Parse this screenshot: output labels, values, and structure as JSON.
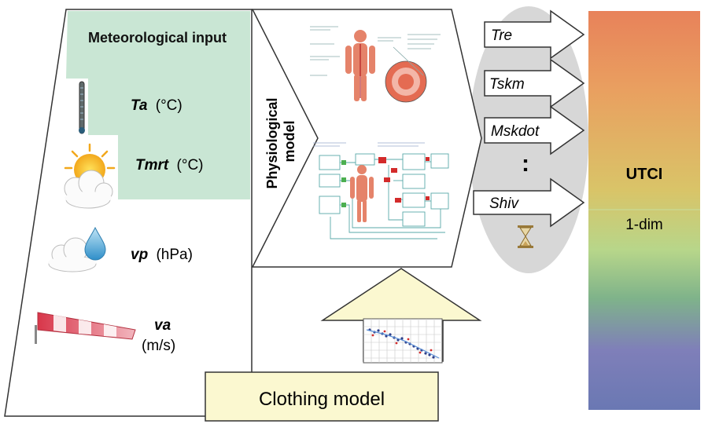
{
  "meteo": {
    "header": "Meteorological input",
    "variables": [
      {
        "symbol": "Ta",
        "unit": "(°C)",
        "icon": "thermometer-icon"
      },
      {
        "symbol": "Tmrt",
        "unit": "(°C)",
        "icon": "sun-cloud-icon"
      },
      {
        "symbol": "vp",
        "unit": "(hPa)",
        "icon": "raindrop-cloud-icon"
      },
      {
        "symbol": "va",
        "unit": "(m/s)",
        "icon": "windsock-icon"
      }
    ]
  },
  "physiological": {
    "label_line1": "Physiological",
    "label_line2": "model"
  },
  "outputs": {
    "items": [
      "Tre",
      "Tskm",
      "Mskdot",
      "Shiv"
    ],
    "ellipsis": ":",
    "timer_icon": "hourglass-icon"
  },
  "utci": {
    "label": "UTCI",
    "sublabel": "1-dim",
    "colors": [
      "#e8825a",
      "#e9a060",
      "#d9c468",
      "#b7d68a",
      "#7fb38a",
      "#7f7fb9",
      "#6a78b3"
    ]
  },
  "clothing": {
    "label": "Clothing model"
  },
  "colors": {
    "meteo_green": "#c9e6d4",
    "clothing_yellow": "#fbf8d0",
    "ellipse_gray": "#d7d7d7"
  }
}
